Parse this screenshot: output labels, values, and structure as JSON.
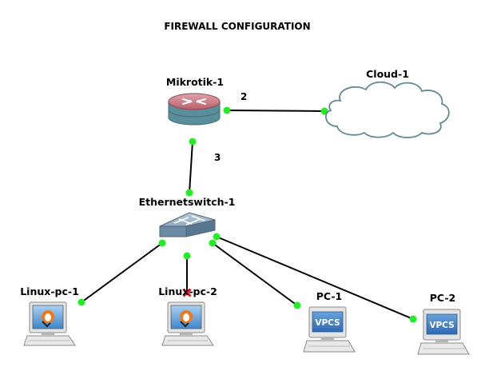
{
  "title": "FIREWALL CONFIGURATION",
  "nodes": {
    "router": {
      "label": "Mikrotik-1",
      "icon": "router-icon"
    },
    "cloud": {
      "label": "Cloud-1",
      "icon": "cloud-icon"
    },
    "switch": {
      "label": "Ethernetswitch-1",
      "icon": "ethernet-switch-icon"
    },
    "linux1": {
      "label": "Linux-pc-1",
      "icon": "linux-computer-icon"
    },
    "linux2": {
      "label": "Linux-pc-2",
      "icon": "linux-computer-icon"
    },
    "pc1": {
      "label": "PC-1",
      "icon": "vpcs-computer-icon",
      "screen_text": "VPCS"
    },
    "pc2": {
      "label": "PC-2",
      "icon": "vpcs-computer-icon",
      "screen_text": "VPCS"
    }
  },
  "links": [
    {
      "from": "Mikrotik-1",
      "to": "Cloud-1",
      "label": "2",
      "status": "up"
    },
    {
      "from": "Mikrotik-1",
      "to": "Ethernetswitch-1",
      "label": "3",
      "status": "up"
    },
    {
      "from": "Ethernetswitch-1",
      "to": "Linux-pc-1",
      "status": "up"
    },
    {
      "from": "Ethernetswitch-1",
      "to": "Linux-pc-2",
      "status": "down"
    },
    {
      "from": "Ethernetswitch-1",
      "to": "PC-1",
      "status": "up"
    },
    {
      "from": "Ethernetswitch-1",
      "to": "PC-2",
      "status": "up"
    }
  ],
  "colors": {
    "link_up": "#22ee22",
    "link_down": "#dd1111",
    "router_top": "#c8737d",
    "router_base": "#5a8e9a",
    "switch_body": "#7f9cb5",
    "cloud_stroke": "#5f8a90",
    "vpcs_screen": "#3a78c4"
  }
}
